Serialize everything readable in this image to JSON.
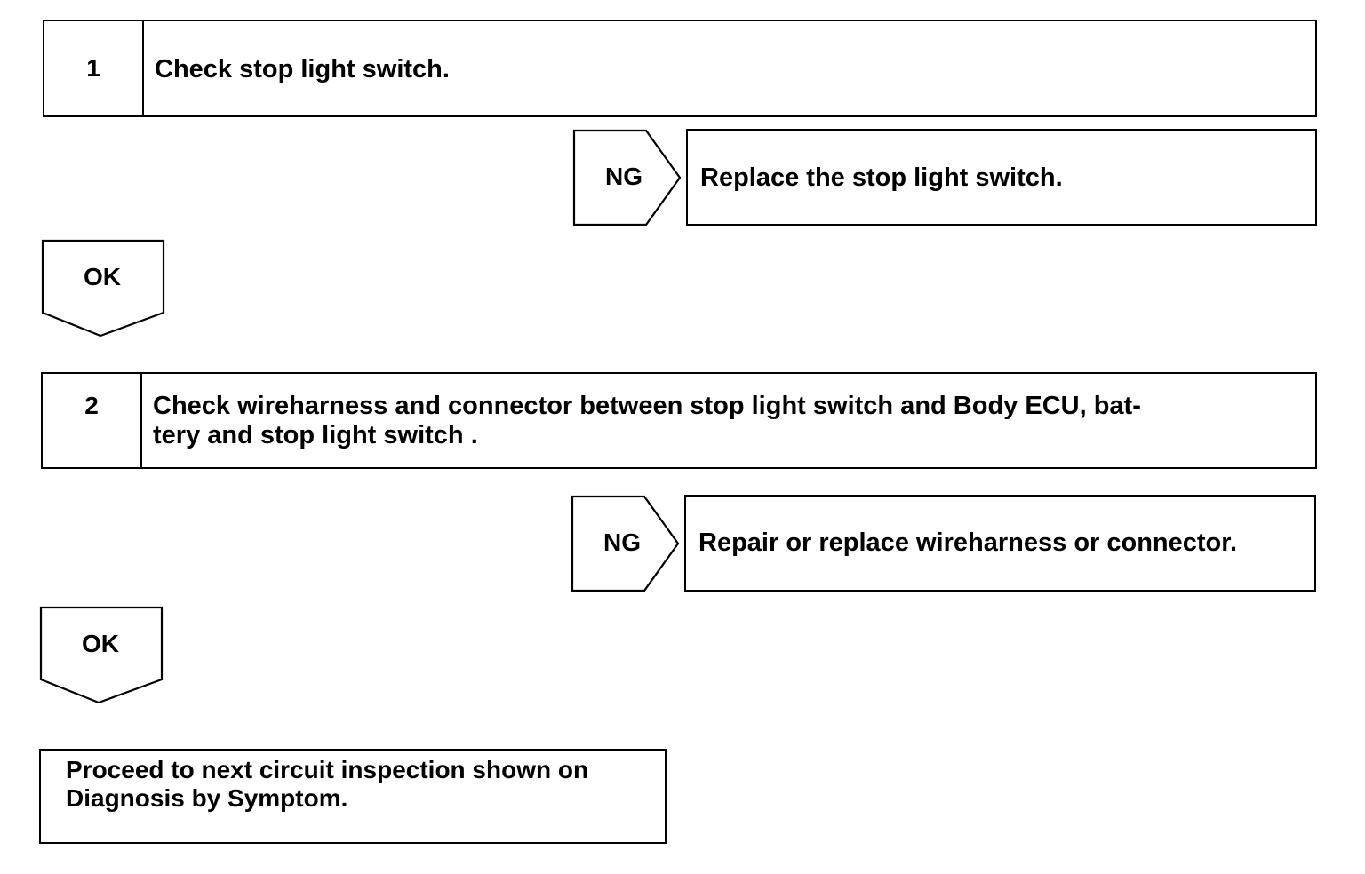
{
  "steps": [
    {
      "number": "1",
      "text": "Check stop light switch.",
      "ng_label": "NG",
      "ng_action": "Replace the stop light switch.",
      "ok_label": "OK"
    },
    {
      "number": "2",
      "text": "Check wireharness and connector between stop light switch and Body ECU, bat-",
      "text_line2": "tery and stop light switch .",
      "ng_label": "NG",
      "ng_action": "Repair or replace wireharness or connector.",
      "ok_label": "OK"
    }
  ],
  "final": {
    "line1": "Proceed to next circuit inspection shown on",
    "line2": "Diagnosis by Symptom."
  }
}
